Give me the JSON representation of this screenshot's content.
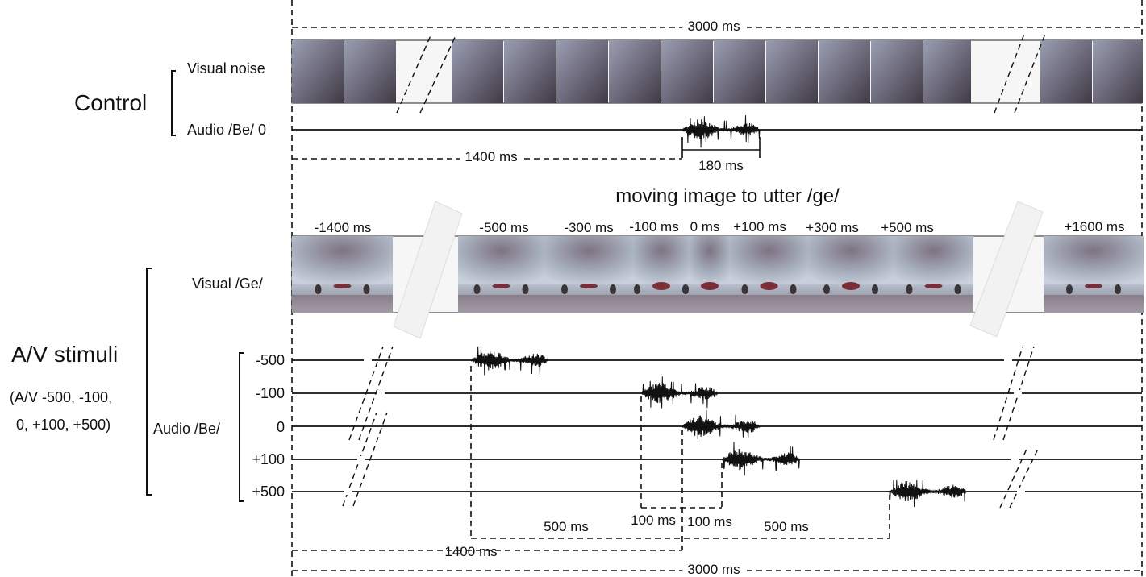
{
  "control": {
    "label": "Control",
    "visual_label": "Visual noise",
    "audio_label": "Audio /Be/ 0",
    "total_duration": "3000 ms",
    "onset_delay": "1400 ms",
    "sound_duration": "180 ms"
  },
  "av": {
    "section_title": "moving image to utter /ge/",
    "label": "A/V stimuli",
    "conditions_line1": "(A/V -500, -100,",
    "conditions_line2": "0, +100, +500)",
    "visual_label": "Visual /Ge/",
    "audio_label": "Audio /Be/",
    "frame_times": [
      "-1400 ms",
      "-500 ms",
      "-300 ms",
      "-100 ms",
      "0 ms",
      "+100 ms",
      "+300 ms",
      "+500 ms",
      "+1600 ms"
    ],
    "audio_rows": [
      "-500",
      "-100",
      "0",
      "+100",
      "+500"
    ],
    "interval_100_left": "100 ms",
    "interval_100_right": "100 ms",
    "interval_500_left": "500 ms",
    "interval_500_right": "500 ms",
    "onset_delay": "1400 ms",
    "total_duration": "3000 ms"
  }
}
